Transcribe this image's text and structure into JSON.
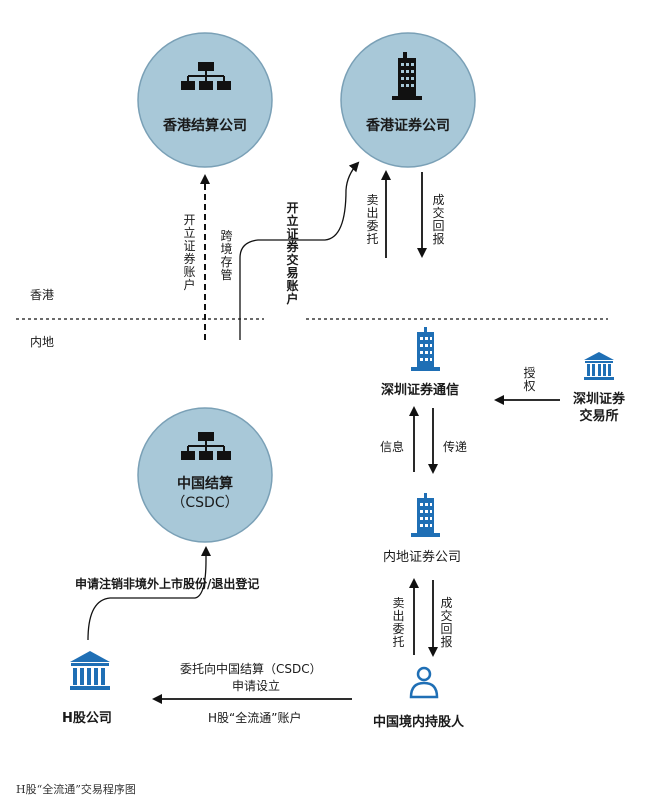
{
  "nodes": {
    "hk_clearing": "香港结算公司",
    "hk_securities": "香港证券公司",
    "sz_connect": "深圳证券通信",
    "szse": "深圳证券交易所",
    "csdc_line1": "中国结算",
    "csdc_line2": "（CSDC）",
    "mainland_securities": "内地证券公司",
    "china_holders": "中国境内持股人",
    "h_company": "H股公司"
  },
  "regions": {
    "hong_kong": "香港",
    "mainland": "内地"
  },
  "flows": {
    "open_account": "开立证券账户",
    "cross_border_custody": "跨境存管",
    "open_trading_account": "开立证券交易账户",
    "sell_entrust_top": "卖出委托",
    "trade_report_top": "成交回报",
    "authorize": "授权",
    "info": "信息",
    "transmit": "传递",
    "sell_entrust_bottom": "卖出委托",
    "trade_report_bottom": "成交回报",
    "apply_deregister": "申请注销非境外上市股份/退出登记",
    "entrust_csdc_line1": "委托向中国结算（CSDC）",
    "entrust_csdc_line2": "申请设立",
    "h_account": "H股“全流通”账户"
  },
  "caption": "H股“全流通”交易程序图",
  "colors": {
    "circle_fill": "#a8c8d8",
    "circle_stroke": "#7aa0b6",
    "icon_dark": "#111111",
    "icon_blue": "#1f6fb5",
    "line": "#111111"
  }
}
